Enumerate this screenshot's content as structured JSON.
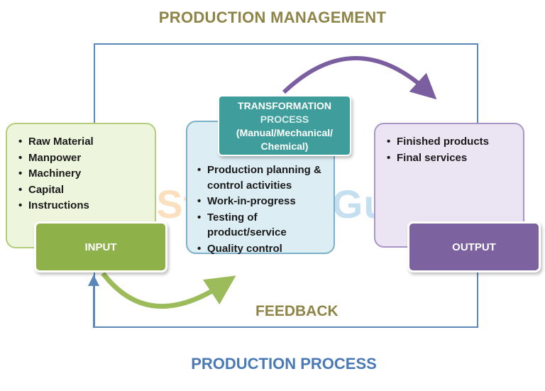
{
  "titles": {
    "top": "PRODUCTION MANAGEMENT",
    "bottom": "PRODUCTION PROCESS",
    "feedback": "FEEDBACK"
  },
  "input": {
    "items": [
      "Raw Material",
      "Manpower",
      "Machinery",
      "Capital",
      "Instructions"
    ],
    "label": "INPUT"
  },
  "transformation": {
    "line1": "TRANSFORMATION",
    "line2": "PROCESS",
    "line3": "(Manual/Mechanical/",
    "line4": "Chemical)",
    "items": [
      "Production planning & control activities",
      "Work-in-progress",
      "Testing of product/service",
      "Quality control"
    ]
  },
  "output": {
    "items": [
      "Finished products",
      "Final services"
    ],
    "label": "OUTPUT"
  },
  "watermark": {
    "part1": "Studious",
    "part2": "Guy"
  },
  "colors": {
    "title_top": "#8f8448",
    "title_bottom": "#4a7ab6",
    "input_green": "#8fb14a",
    "output_purple": "#7d62a0",
    "transform_teal": "#3f9e9c",
    "frame_blue": "#5b87b9",
    "arrow_purple": "#7a5ea0",
    "arrow_green": "#9cbc5c"
  }
}
